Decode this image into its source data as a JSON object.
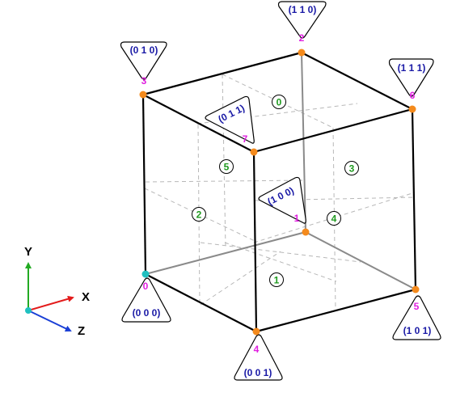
{
  "colors": {
    "vertex": "#f48a1c",
    "origin_vertex": "#1fc0c0",
    "coord_text": "#1a1aa6",
    "vertex_index": "#e020e0",
    "face_index": "#1f9a1f",
    "axis_x": "#e31b1b",
    "axis_y": "#22aa22",
    "axis_z": "#1a3fd6"
  },
  "vertices": [
    {
      "index": "0",
      "coords": "(0 0 0)"
    },
    {
      "index": "1",
      "coords": "(1 0 0)"
    },
    {
      "index": "2",
      "coords": "(1 1 0)"
    },
    {
      "index": "3",
      "coords": "(0 1 0)"
    },
    {
      "index": "4",
      "coords": "(0 0 1)"
    },
    {
      "index": "5",
      "coords": "(1 0 1)"
    },
    {
      "index": "6",
      "coords": "(1 1 1)"
    },
    {
      "index": "7",
      "coords": "(0 1 1)"
    }
  ],
  "faces": [
    "0",
    "1",
    "2",
    "3",
    "4",
    "5"
  ],
  "axes": {
    "x": "X",
    "y": "Y",
    "z": "Z"
  }
}
